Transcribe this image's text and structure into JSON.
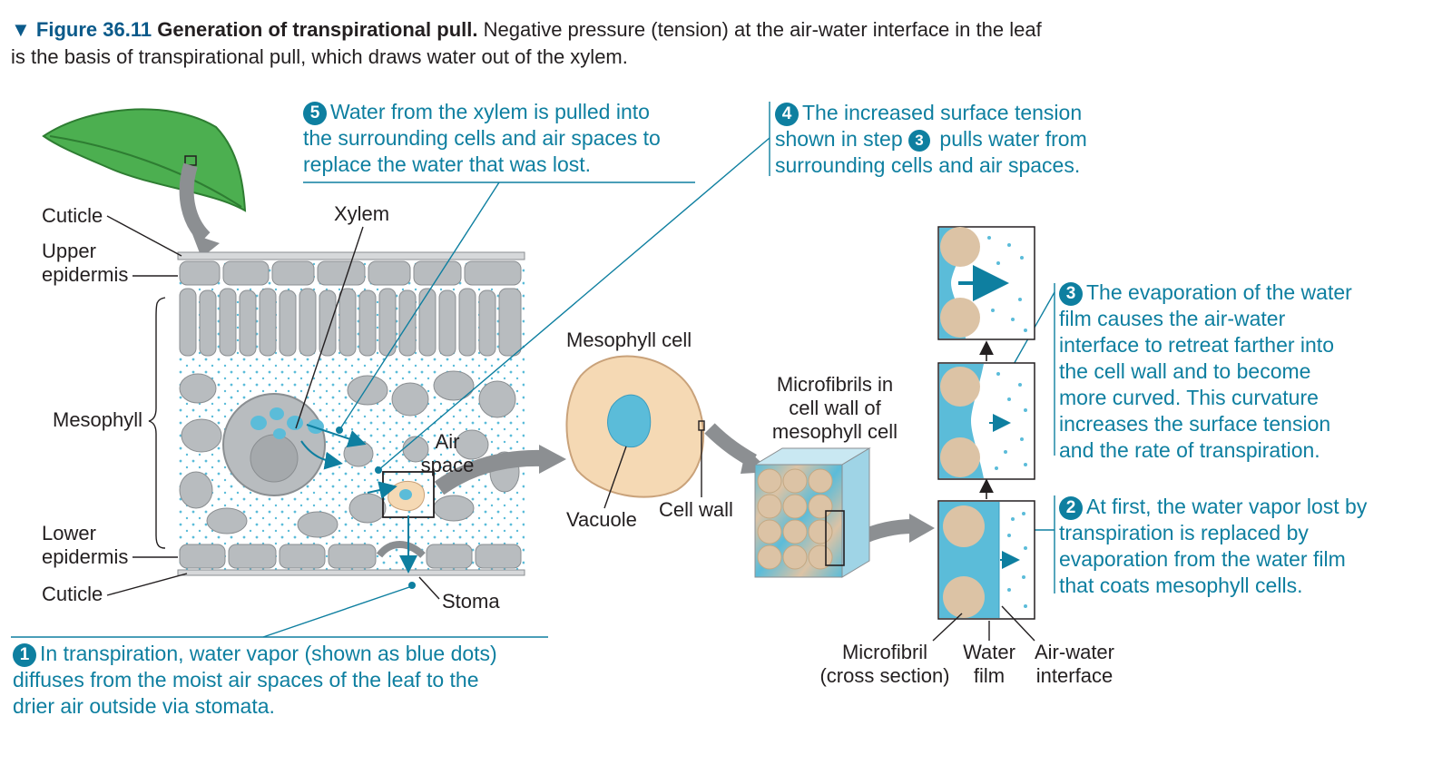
{
  "caption": {
    "marker": "▼",
    "figure_number": "Figure 36.11",
    "title": "Generation of transpirational pull.",
    "text": "Negative pressure (tension) at the air-water interface in the leaf is the basis of transpirational pull, which draws water out of the xylem."
  },
  "labels": {
    "cuticle_top": "Cuticle",
    "upper_epidermis": [
      "Upper",
      "epidermis"
    ],
    "mesophyll": "Mesophyll",
    "lower_epidermis": [
      "Lower",
      "epidermis"
    ],
    "cuticle_bottom": "Cuticle",
    "xylem": "Xylem",
    "air_space": [
      "Air",
      "space"
    ],
    "stoma": "Stoma",
    "mesophyll_cell": "Mesophyll cell",
    "vacuole": "Vacuole",
    "cell_wall": "Cell wall",
    "microfibrils": [
      "Microfibrils in",
      "cell wall of",
      "mesophyll cell"
    ],
    "microfibril_cross": [
      "Microfibril",
      "(cross section)"
    ],
    "water_film": [
      "Water",
      "film"
    ],
    "air_water_interface": [
      "Air-water",
      "interface"
    ]
  },
  "steps": {
    "step1": {
      "number": "1",
      "lines": [
        "In transpiration, water vapor (shown as blue dots)",
        "diffuses from the moist air spaces of the leaf to the",
        "drier air outside via stomata."
      ]
    },
    "step2": {
      "number": "2",
      "lines": [
        "At first, the water vapor lost by",
        "transpiration is replaced by",
        "evaporation from the water film",
        "that coats mesophyll cells."
      ]
    },
    "step3": {
      "number": "3",
      "lines": [
        "The evaporation of the water",
        "film causes the air-water",
        "interface to retreat farther into",
        "the cell wall and to become",
        "more curved. This curvature",
        "increases the surface tension",
        "and the rate of transpiration."
      ]
    },
    "step4": {
      "number": "4",
      "line1": "The increased surface tension",
      "line2_pre": "shown in step",
      "line2_ref": "3",
      "line2_post": "pulls water from",
      "line3": "surrounding cells and air spaces."
    },
    "step5": {
      "number": "5",
      "lines": [
        "Water from the xylem is pulled into",
        "the surrounding cells and air spaces to",
        "replace the water that was lost."
      ]
    }
  },
  "colors": {
    "accent_teal": "#0e7fa0",
    "caption_blue": "#0b5a8a",
    "cell_gray": "#b8bcbf",
    "cell_outline": "#8a8e91",
    "water_blue": "#5bbcd9",
    "cell_tan": "#f5d9b4",
    "microfibril_tan": "#dcc3a5",
    "arrow_gray": "#8c8f92",
    "leaf_green": "#4caf50"
  }
}
